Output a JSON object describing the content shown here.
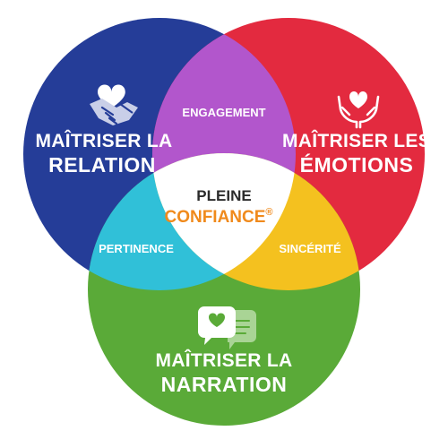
{
  "colors": {
    "blue": "#253d98",
    "red": "#e32a3f",
    "green": "#5aaa38",
    "purple": "#b256cc",
    "cyan": "#30c0d8",
    "yellow": "#f4c11f",
    "center": "#ffffff",
    "center_dark": "#2b2b2b",
    "center_accent": "#f08a1c"
  },
  "circles": {
    "relation": {
      "line1": "MAÎTRISER LA",
      "line2": "RELATION",
      "icon": "handshake-heart-icon"
    },
    "emotions": {
      "line1": "MAÎTRISER LES",
      "line2": "ÉMOTIONS",
      "icon": "hands-heart-icon"
    },
    "narration": {
      "line1": "MAÎTRISER LA",
      "line2": "NARRATION",
      "icon": "speech-bubbles-heart-icon"
    }
  },
  "intersections": {
    "engagement": "ENGAGEMENT",
    "pertinence": "PERTINENCE",
    "sincerite": "SINCÉRITÉ"
  },
  "center": {
    "line1": "PLEINE",
    "line2": "CONFIANCE",
    "mark": "®"
  }
}
